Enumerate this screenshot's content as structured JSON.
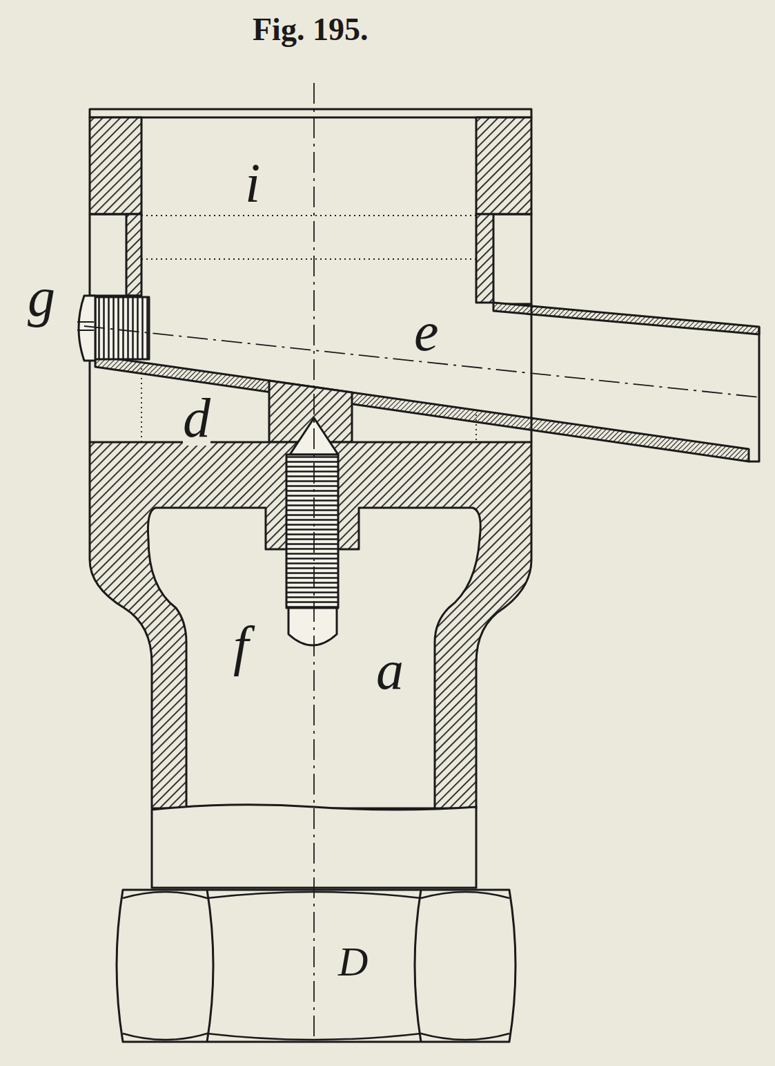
{
  "diagram": {
    "title": "Fig. 195.",
    "labels": [
      "i",
      "g",
      "e",
      "d",
      "f",
      "a",
      "D"
    ]
  }
}
